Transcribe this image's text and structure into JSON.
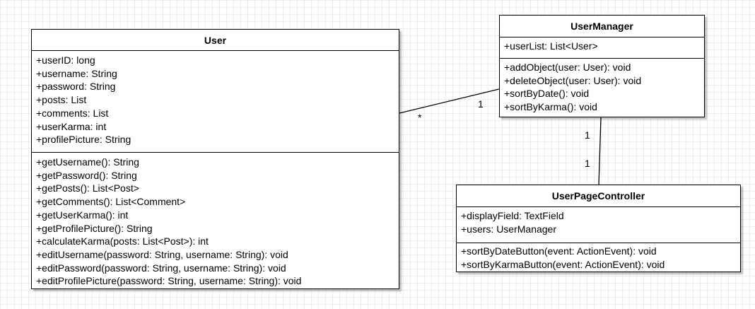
{
  "classes": {
    "user": {
      "name": "User",
      "attributes": [
        "+userID: long",
        "+username: String",
        "+password: String",
        "+posts: List",
        "+comments: List",
        "+userKarma: int",
        "+profilePicture: String"
      ],
      "methods": [
        "+getUsername(): String",
        "+getPassword(): String",
        "+getPosts(): List<Post>",
        "+getComments(): List<Comment>",
        "+getUserKarma(): int",
        "+getProfilePicture(): String",
        "+calculateKarma(posts: List<Post>): int",
        "+editUsername(password: String, username: String): void",
        "+editPassword(password: String, username: String): void",
        "+editProfilePicture(password: String, username: String): void"
      ]
    },
    "user_manager": {
      "name": "UserManager",
      "attributes": [
        "+userList: List<User>"
      ],
      "methods": [
        "+addObject(user: User): void",
        "+deleteObject(user: User): void",
        "+sortByDate(): void",
        "+sortByKarma(): void"
      ]
    },
    "user_page_controller": {
      "name": "UserPageController",
      "attributes": [
        "+displayField: TextField",
        "+users: UserManager"
      ],
      "methods": [
        "+sortByDateButton(event: ActionEvent): void",
        "+sortByKarmaButton(event: ActionEvent): void"
      ]
    }
  },
  "associations": {
    "user_to_manager": {
      "user_end": "*",
      "manager_end": "1"
    },
    "manager_to_controller": {
      "manager_end": "1",
      "controller_end": "1"
    }
  }
}
